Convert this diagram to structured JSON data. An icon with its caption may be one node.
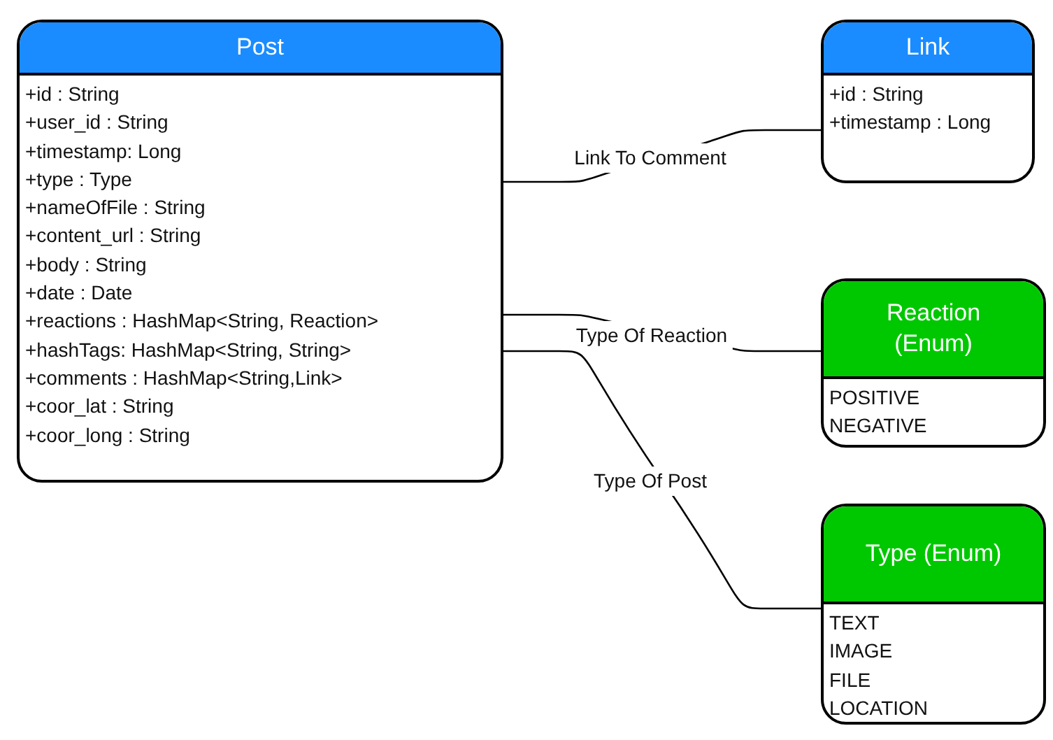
{
  "diagram": {
    "nodes": [
      {
        "text": [
          "Post",
          "+id : String",
          "+user_id : String",
          "+timestamp: Long",
          "+type : Type",
          "+nameOfFile : String",
          "+content_url : String",
          "+body : String",
          "+date : Date",
          "+reactions : HashMap<String, Reaction>",
          "+hashTags: HashMap<String, String>",
          "+comments : HashMap<String,Link>",
          "+coor_lat : String",
          "+coor_long : String"
        ]
      },
      {
        "text": [
          "Link",
          "+id : String",
          "+timestamp : Long"
        ]
      },
      {
        "text": [
          "Reaction (Enum)",
          "POSITIVE",
          "NEGATIVE"
        ]
      },
      {
        "text": [
          "Type (Enum)",
          "TEXT",
          "IMAGE",
          "FILE",
          "LOCATION"
        ]
      }
    ],
    "edges": [
      {
        "from": 0,
        "to": 1,
        "arrow": "none",
        "label": "Link To Comment"
      },
      {
        "from": 0,
        "to": 2,
        "arrow": "none",
        "label": "Type Of Reaction"
      },
      {
        "from": 0,
        "to": 3,
        "arrow": "none",
        "label": "Type Of Post"
      }
    ]
  }
}
